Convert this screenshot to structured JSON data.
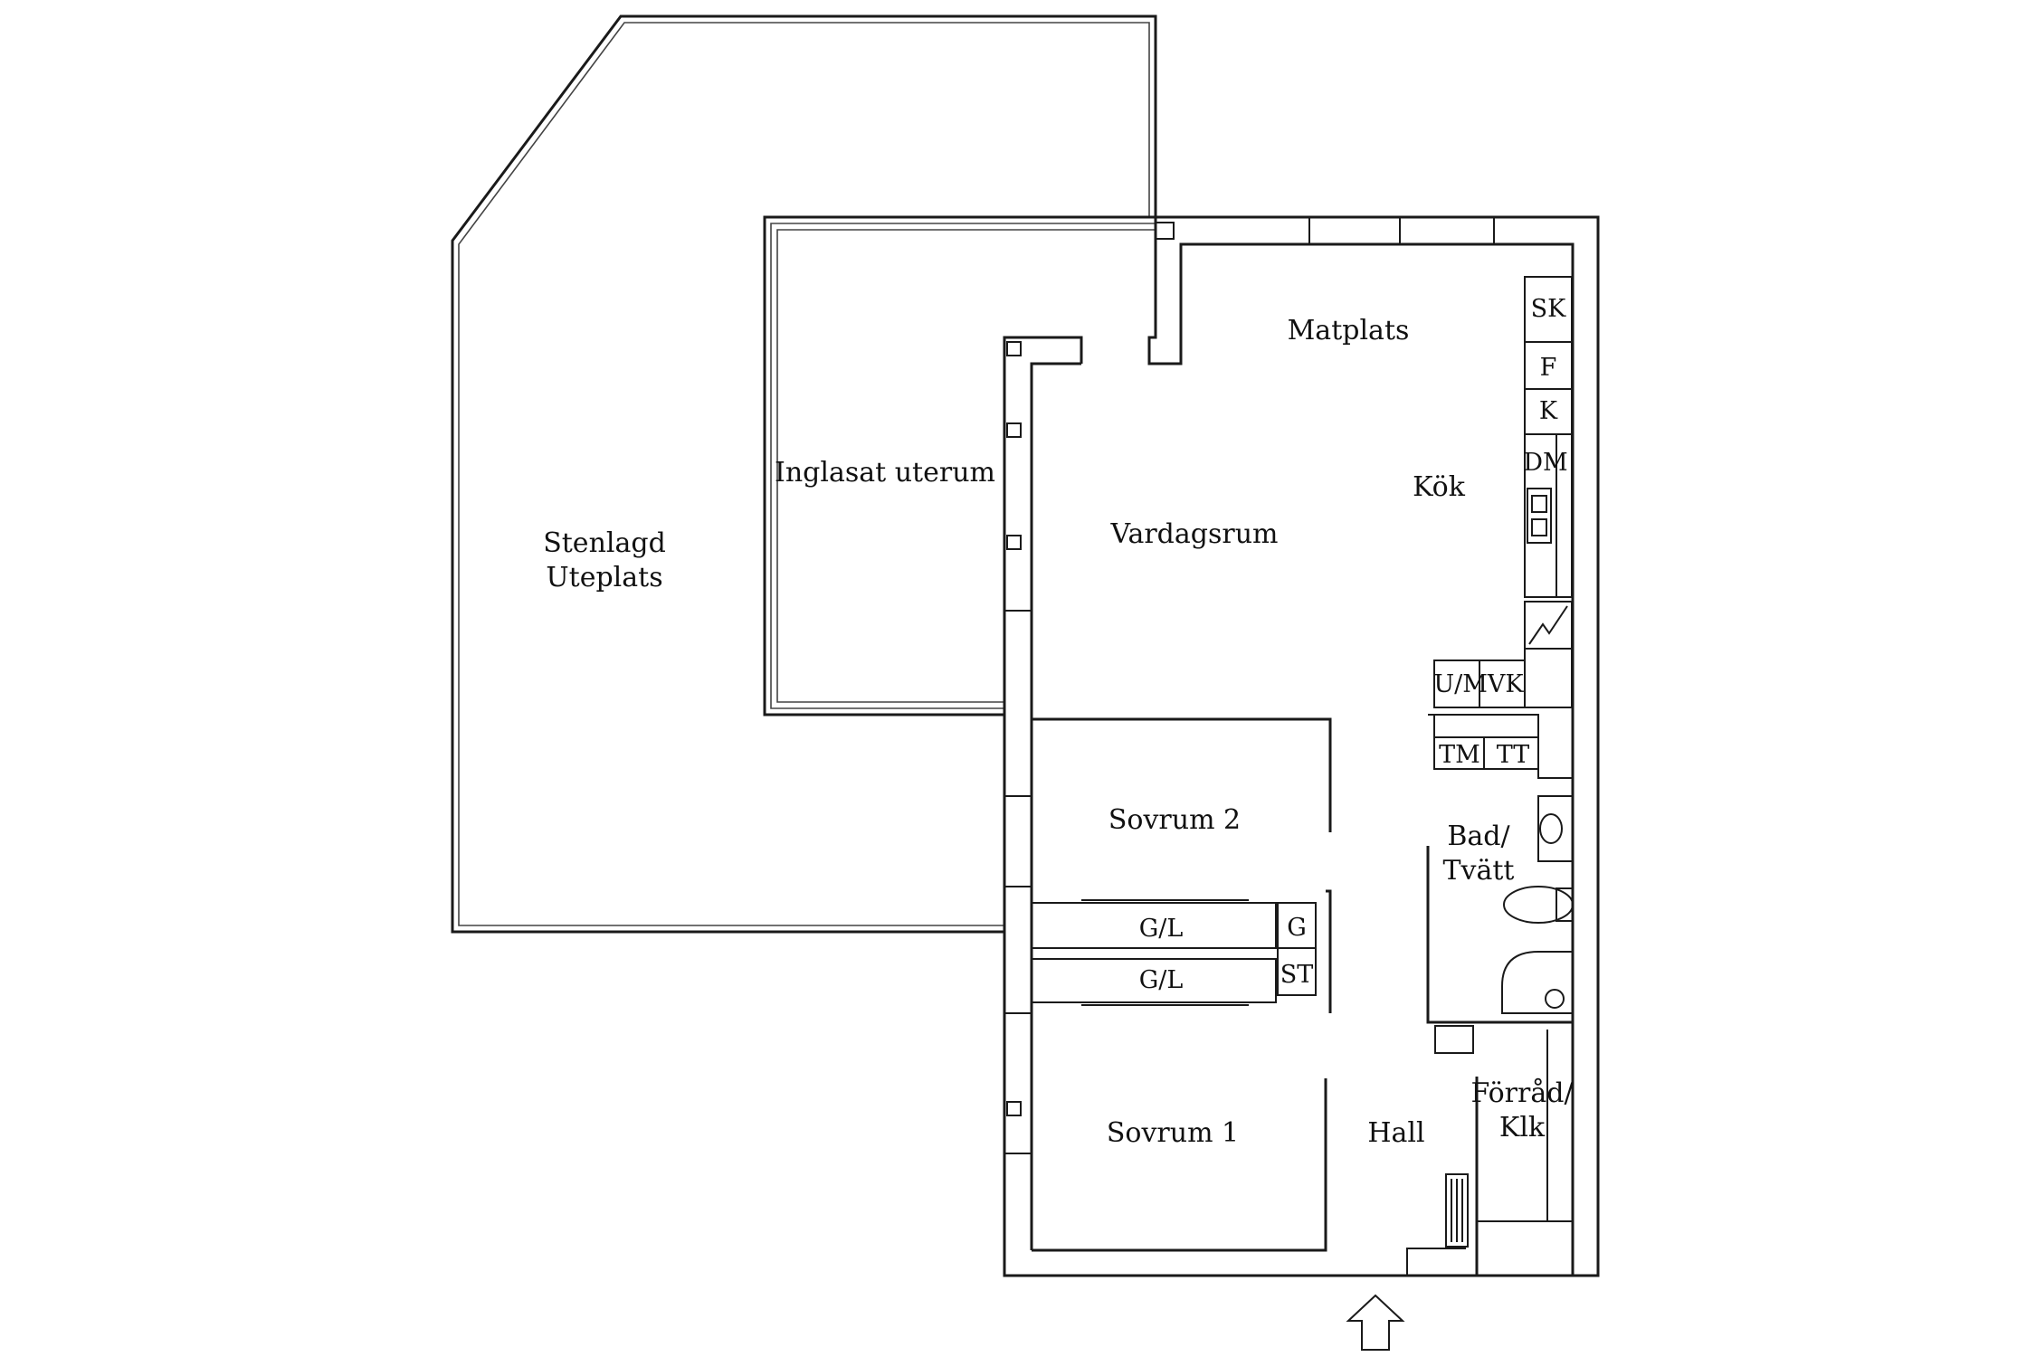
{
  "rooms": {
    "stenlagd_line1": "Stenlagd",
    "stenlagd_line2": "Uteplats",
    "inglasat": "Inglasat uterum",
    "vardagsrum": "Vardagsrum",
    "matplats": "Matplats",
    "kok": "Kök",
    "sovrum2": "Sovrum 2",
    "sovrum1": "Sovrum 1",
    "hall": "Hall",
    "bad_line1": "Bad/",
    "bad_line2": "Tvätt",
    "forrad_line1": "Förråd/",
    "forrad_line2": "Klk"
  },
  "fixtures": {
    "sk": "SK",
    "f": "F",
    "k": "K",
    "dm": "DM",
    "umvk": "U/MVK",
    "tm": "TM",
    "tt": "TT",
    "gl_top": "G/L",
    "gl_bottom": "G/L",
    "g": "G",
    "st": "ST"
  }
}
